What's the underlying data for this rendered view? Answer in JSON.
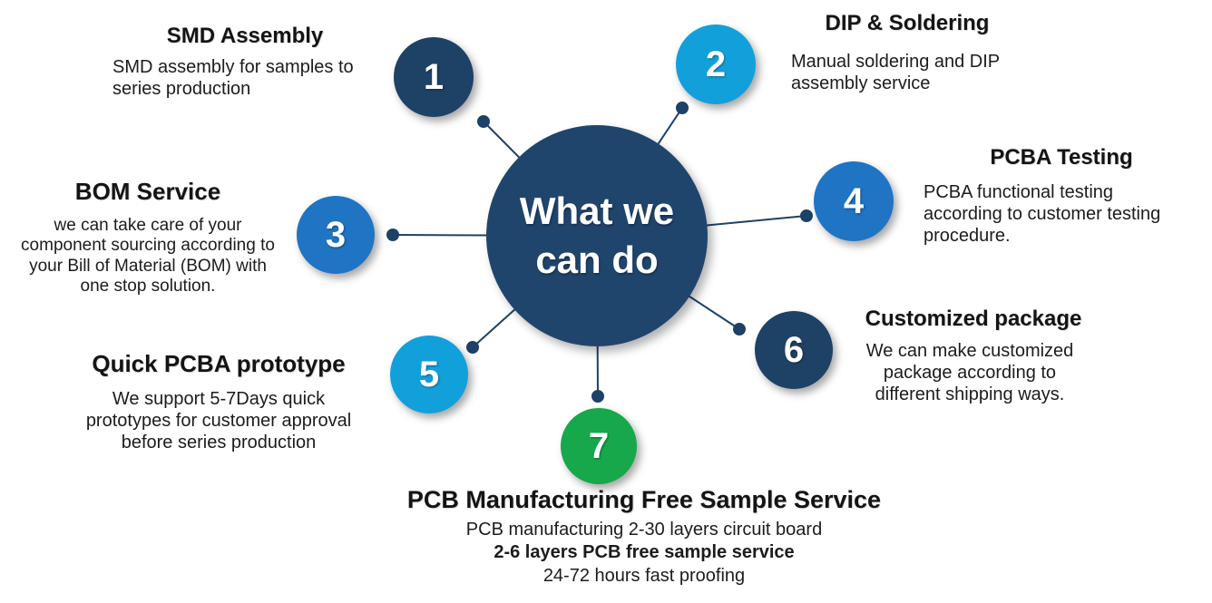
{
  "diagram": {
    "center_title": "What we can do",
    "items": [
      {
        "number": "1",
        "title": "SMD Assembly",
        "description": "SMD assembly for samples to\nseries production"
      },
      {
        "number": "2",
        "title": "DIP & Soldering",
        "description": "Manual soldering and DIP\nassembly service"
      },
      {
        "number": "3",
        "title": "BOM Service",
        "description": "we can take care of your\ncomponent sourcing according to\nyour Bill of Material (BOM) with\none stop solution."
      },
      {
        "number": "4",
        "title": "PCBA Testing",
        "description": "PCBA functional testing\naccording to customer testing\nprocedure."
      },
      {
        "number": "5",
        "title": "Quick PCBA prototype",
        "description": "We support 5-7Days quick\nprototypes for customer approval\nbefore series production"
      },
      {
        "number": "6",
        "title": "Customized package",
        "description": "We can make customized\npackage according to\ndifferent shipping ways."
      },
      {
        "number": "7",
        "title": "PCB Manufacturing Free Sample Service",
        "description_line1": "PCB manufacturing 2-30 layers circuit board",
        "description_line2_bold": "2-6 layers PCB free sample service",
        "description_line3": "24-72 hours fast proofing"
      }
    ],
    "colors": {
      "dark_navy": "#1e4166",
      "center_navy": "#20456c",
      "medium_blue": "#1f74c4",
      "light_blue": "#12a0db",
      "green": "#16a84b"
    }
  }
}
